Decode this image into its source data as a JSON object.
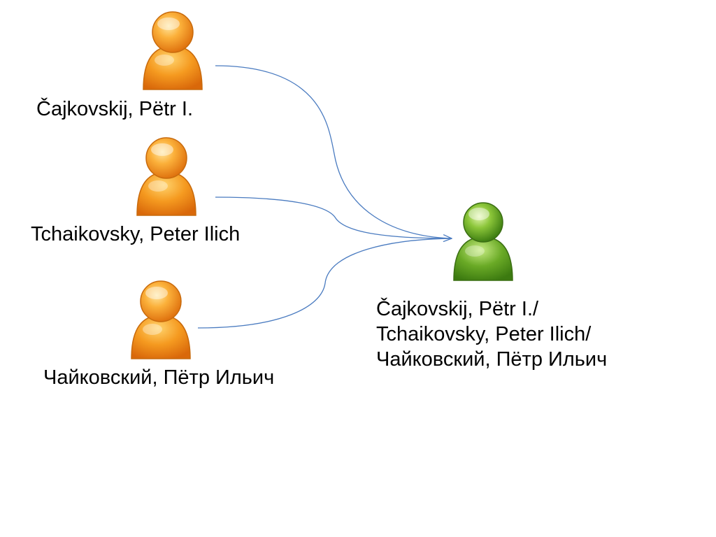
{
  "nodes": {
    "source_latin": {
      "label": "Čajkovskij, Pëtr I.",
      "icon": "person-icon",
      "color": "#f08a1c"
    },
    "source_english": {
      "label": "Tchaikovsky, Peter Ilich",
      "icon": "person-icon",
      "color": "#f08a1c"
    },
    "source_cyrillic": {
      "label": "Чайковский, Пётр Ильич",
      "icon": "person-icon",
      "color": "#f08a1c"
    },
    "merged": {
      "lines": [
        "Čajkovskij, Pëtr I./",
        "Tchaikovsky, Peter Ilich/",
        "Чайковский, Пётр Ильич"
      ],
      "icon": "person-icon",
      "color": "#4e9a1c"
    }
  },
  "edges": [
    {
      "from": "source_latin",
      "to": "merged"
    },
    {
      "from": "source_english",
      "to": "merged"
    },
    {
      "from": "source_cyrillic",
      "to": "merged"
    }
  ],
  "edge_color": "#4a7bc0"
}
